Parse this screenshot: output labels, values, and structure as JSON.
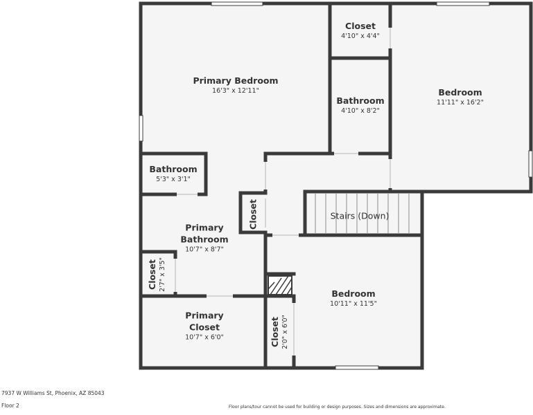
{
  "rooms": {
    "primary_bedroom": {
      "name": "Primary Bedroom",
      "dims": "16'3\" x 12'11\""
    },
    "closet_top": {
      "name": "Closet",
      "dims": "4'10\" x 4'4\""
    },
    "bathroom_mid": {
      "name": "Bathroom",
      "dims": "4'10\" x 8'2\""
    },
    "bedroom_right": {
      "name": "Bedroom",
      "dims": "11'11\" x 16'2\""
    },
    "bathroom_small": {
      "name": "Bathroom",
      "dims": "5'3\" x 3'1\""
    },
    "closet_small": {
      "name": "Closet"
    },
    "stairs": {
      "name": "Stairs (Down)"
    },
    "primary_bathroom": {
      "name": "Primary Bathroom",
      "line1": "Primary",
      "line2": "Bathroom",
      "dims": "10'7\" x 8'7\""
    },
    "closet_left": {
      "name": "Closet",
      "dims": "2'7\" x 3'5\""
    },
    "bedroom_bottom": {
      "name": "Bedroom",
      "dims": "10'11\" x 11'5\""
    },
    "primary_closet": {
      "name": "Primary Closet",
      "line1": "Primary",
      "line2": "Closet",
      "dims": "10'7\" x 6'0\""
    },
    "closet_bottom": {
      "name": "Closet",
      "dims": "2'0\" x 6'0\""
    }
  },
  "footer": {
    "address": "7937 W Williams St, Phoenix, AZ 85043",
    "floor": "Floor 2",
    "disclaimer": "Floor plans/tour cannot be used for building or design purposes. Sizes and dimensions are approximate."
  },
  "colors": {
    "wall": "#3a3a3a",
    "floor": "#f5f5f5",
    "window": "#ffffff",
    "text": "#333333"
  }
}
